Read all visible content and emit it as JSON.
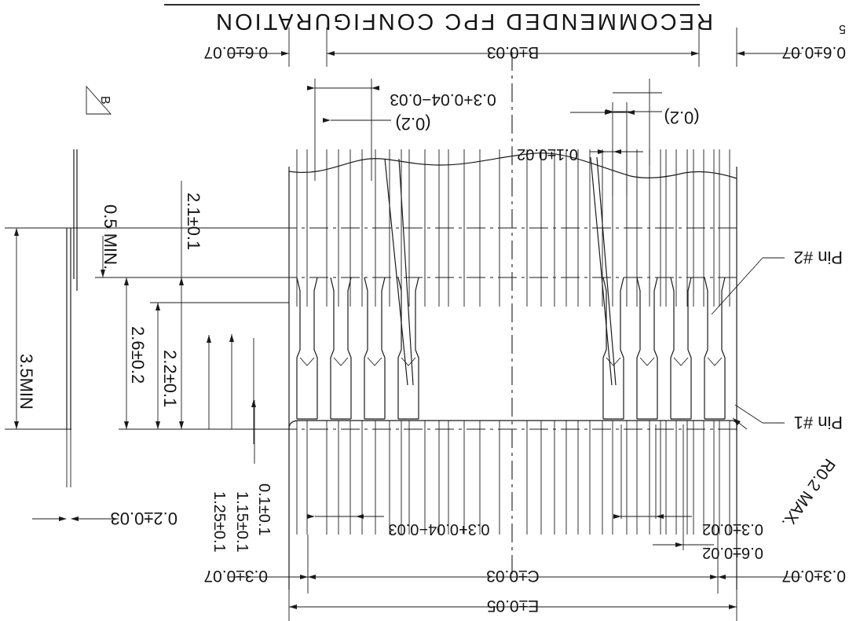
{
  "title": "RECOMMENDED FPC CONFIGURATION",
  "corner_mark": "5",
  "datum": "B",
  "dims": {
    "top_left": "0.6±0.07",
    "top_center": "B±0.03",
    "top_right": "0.6±0.07",
    "pitch_tol": "0.3+0.04−0.03",
    "gap_left": "(0.2)",
    "gap_right": "(0.2)",
    "trace_width": "0.1±0.02",
    "min_margin": "0.5 MIN.",
    "h_21": "2.1±0.1",
    "h_22": "2.2±0.1",
    "h_26": "2.6±0.2",
    "h_35": "3.5MIN",
    "h_01": "0.1±0.1",
    "h_115": "1.15±0.1",
    "h_125": "1.25±0.1",
    "thickness": "0.2±0.03",
    "bottom_pitch_tol": "0.3+0.04−0.03",
    "pad_width": "0.3±0.02",
    "pad_pitch": "0.6±0.02",
    "bottom_left": "0.3±0.07",
    "bottom_center": "C±0.03",
    "bottom_right": "0.3±0.07",
    "overall": "E±0.05",
    "radius": "R0.2 MAX.",
    "pin2": "Pin #2",
    "pin1": "Pin #1"
  }
}
